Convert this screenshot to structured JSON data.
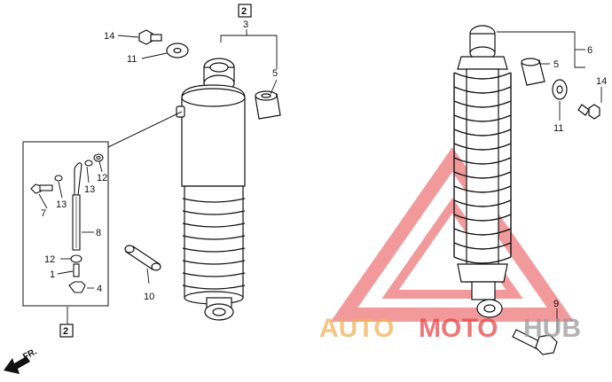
{
  "callouts": {
    "c1": "1",
    "c2_top": "2",
    "c2_bottom": "2",
    "c3": "3",
    "c4": "4",
    "c5_left": "5",
    "c5_right": "5",
    "c6": "6",
    "c7": "7",
    "c8": "8",
    "c9": "9",
    "c10": "10",
    "c11_left": "11",
    "c11_right": "11",
    "c12_top": "12",
    "c12_bottom": "12",
    "c13_a": "13",
    "c13_b": "13",
    "c14_left": "14",
    "c14_right": "14"
  },
  "direction_marker": "FR.",
  "watermark": {
    "part1": "AUTO",
    "part2": "MOTO",
    "part3": "HUB"
  },
  "colors": {
    "line": "#111111",
    "watermark_red": "#e8484a",
    "watermark_orange": "#f2b25c",
    "watermark_gray": "#9a9a9a"
  }
}
